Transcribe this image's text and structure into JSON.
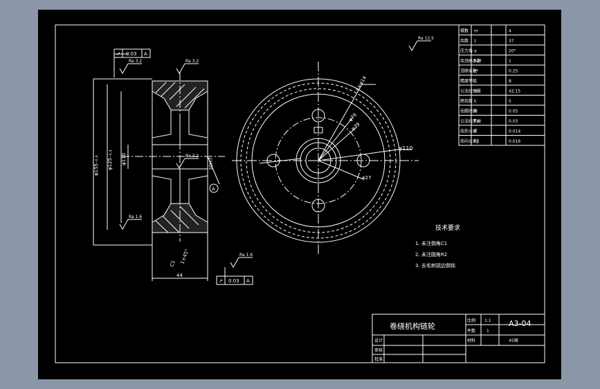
{
  "drawing": {
    "background": "#000000",
    "line_color": "#ffffff",
    "outer_bg": "#8b96a8",
    "sheet_size": "A3-04"
  },
  "surface_finish": {
    "general": "Ra 12.5",
    "left_top_a": "Ra 3.2",
    "left_top_b": "Ra 3.2",
    "bore": "Ra 3.2",
    "left_bottom": "Ra 1.6",
    "bottom_right": "Ra 1.6"
  },
  "tolerance_frames": {
    "top": {
      "symbol": "↗",
      "value": "0.03",
      "datum": "A"
    },
    "bottom": {
      "symbol": "↗",
      "value": "0.03",
      "datum": "A"
    }
  },
  "side_view_dims": {
    "d1": "φ155₋₀.₄",
    "d2": "φ125₋₀.₄",
    "d3": "φ110",
    "bore": "30H7",
    "chamfer1": "C1",
    "chamfer2": "1×45°",
    "width": "44",
    "datum": "A"
  },
  "front_view_dims": {
    "bolt_holes": "4×φ14",
    "d_76": "φ76",
    "d_39": "φ39",
    "d_110": "φ110",
    "d_27": "φ27"
  },
  "tech_notes": {
    "title": "技术要求",
    "items": [
      "1. 未注倒角C1",
      "2. 未注圆角R2",
      "3. 去毛刺锐边倒钝"
    ]
  },
  "param_table": [
    {
      "label": "模数",
      "sym": "m",
      "value": "4"
    },
    {
      "label": "齿数",
      "sym": "z",
      "value": "37"
    },
    {
      "label": "压力角",
      "sym": "α",
      "value": "20°"
    },
    {
      "label": "齿顶高系数",
      "sym": "ha*",
      "value": "1"
    },
    {
      "label": "顶隙系数",
      "sym": "c*",
      "value": "0.25"
    },
    {
      "label": "精度等级",
      "sym": "",
      "value": "8"
    },
    {
      "label": "公法线长度",
      "sym": "W",
      "value": "42.15"
    },
    {
      "label": "跨齿数",
      "sym": "k",
      "value": "5"
    },
    {
      "label": "齿圈径跳",
      "sym": "Fr",
      "value": "0.05"
    },
    {
      "label": "公法线变动",
      "sym": "Fw",
      "value": "0.03"
    },
    {
      "label": "齿形公差",
      "sym": "ff",
      "value": "0.014"
    },
    {
      "label": "齿向公差",
      "sym": "Fβ",
      "value": "0.016"
    }
  ],
  "title_block": {
    "part_name": "卷绕机构链轮",
    "drawing_no": "A3-04",
    "scale_label": "比例",
    "scale": "1:1",
    "qty_label": "件数",
    "qty": "1",
    "material_label": "材料",
    "material": "45钢",
    "designer_label": "设计",
    "checker_label": "审核",
    "approver_label": "批准"
  }
}
